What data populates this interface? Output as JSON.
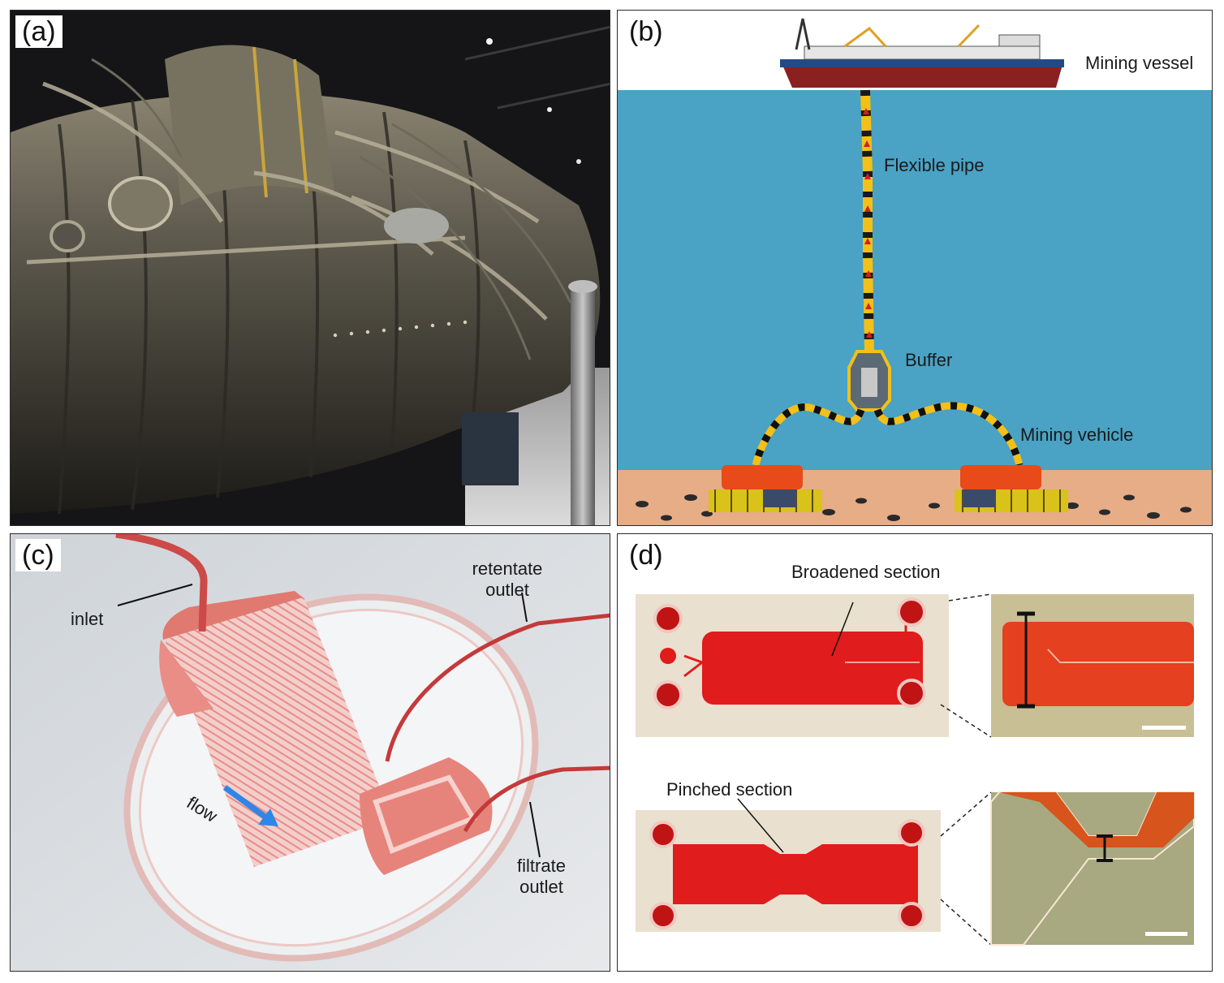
{
  "panels": {
    "a": {
      "label": "(a)"
    },
    "b": {
      "label": "(b)",
      "labels": {
        "vessel": "Mining vessel",
        "pipe": "Flexible pipe",
        "buffer": "Buffer",
        "vehicle": "Mining vehicle"
      }
    },
    "c": {
      "label": "(c)",
      "labels": {
        "inlet": "inlet",
        "retentate_1": "retentate",
        "retentate_2": "outlet",
        "flow": "flow",
        "filtrate_1": "filtrate",
        "filtrate_2": "outlet"
      }
    },
    "d": {
      "label": "(d)",
      "labels": {
        "broadened": "Broadened section",
        "pinched": "Pinched section"
      }
    }
  },
  "colors": {
    "sea": "#4aa2c4",
    "seabed": "#e6ad87",
    "chip_red": "#e01c1c",
    "pipe_yellow": "#f2c019",
    "flow_arrow": "#2f86e6"
  }
}
